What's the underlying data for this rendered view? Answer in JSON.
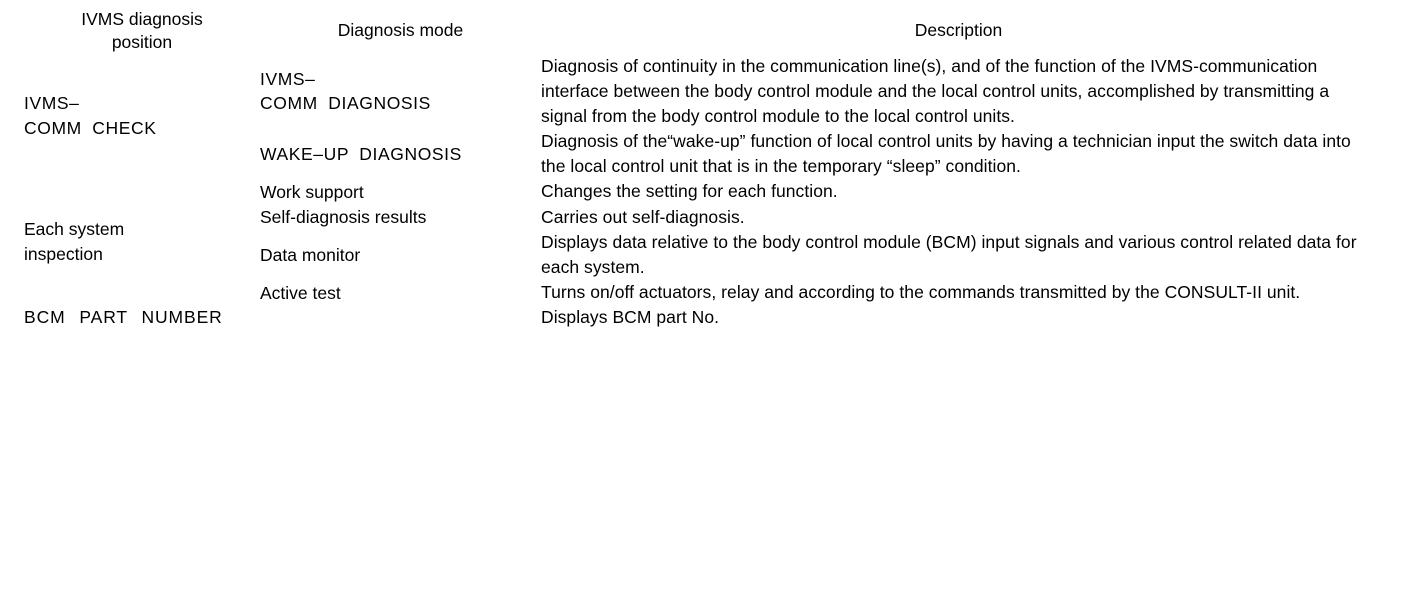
{
  "table": {
    "headers": {
      "position": "IVMS diagnosis position",
      "position_line1": "IVMS diagnosis",
      "position_line2": "position",
      "mode": "Diagnosis mode",
      "description": "Description"
    },
    "groups": [
      {
        "position_line1": "IVMS–",
        "position_line2": "COMM  CHECK",
        "rows": [
          {
            "mode_line1": "IVMS–",
            "mode_line2": "COMM  DIAGNOSIS",
            "description": "Diagnosis of continuity in the communication line(s), and of the function of the IVMS-communication interface between the body control module and the local control units, accomplished by transmitting a signal from the body control module to the local control units."
          },
          {
            "mode_line1": "WAKE–UP DIAGNOSIS",
            "mode_line2": "",
            "description": "Diagnosis of the“wake-up” function of local control units by having a technician input the switch data into the local control unit that is in the temporary “sleep” condition."
          }
        ]
      },
      {
        "position_line1": "Each system",
        "position_line2": "inspection",
        "rows": [
          {
            "mode_line1": "Work support",
            "mode_line2": "",
            "description": "Changes the setting for each function."
          },
          {
            "mode_line1": "Self-diagnosis results",
            "mode_line2": "",
            "description": "Carries out self-diagnosis."
          },
          {
            "mode_line1": "Data monitor",
            "mode_line2": "",
            "description": "Displays data relative to the body control module (BCM) input signals and various control related data for each system."
          },
          {
            "mode_line1": "Active test",
            "mode_line2": "",
            "description": "Turns on/off actuators, relay and according to the commands transmitted by the CONSULT-II unit."
          }
        ]
      }
    ],
    "footer_row": {
      "label": "BCM  PART  NUMBER",
      "description": "Displays BCM part No."
    }
  }
}
